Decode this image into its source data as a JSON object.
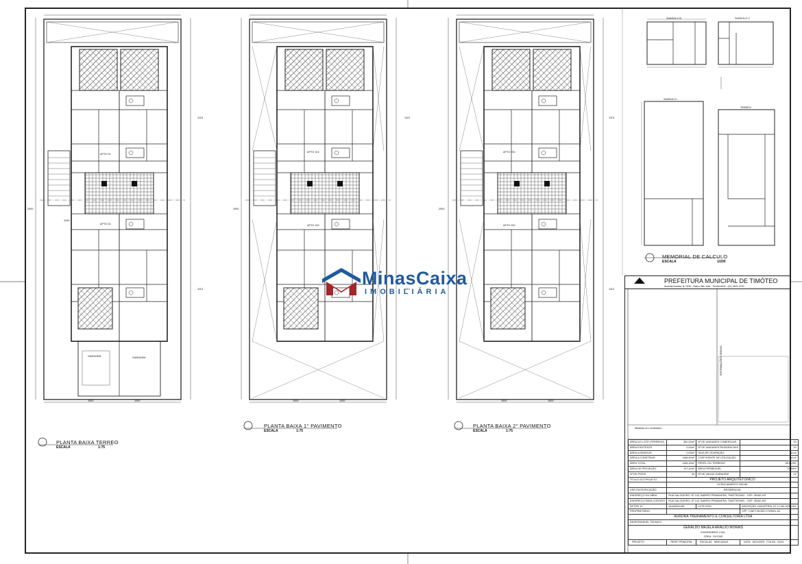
{
  "plans": [
    {
      "title": "PLANTA BAIXA TERREO",
      "escala": "ESCALA",
      "scale": "1:75"
    },
    {
      "title": "PLANTA BAIXA 1° PAVIMENTO",
      "escala": "ESCALA",
      "scale": "1:75"
    },
    {
      "title": "PLANTA BAIXA 2° PAVIMENTO",
      "escala": "ESCALA",
      "scale": "1:75"
    }
  ],
  "floor1": {
    "apto01": "APTO 01",
    "apto02": "APTO 02",
    "garagem1": "GARAGEM",
    "garagem2": "GARAGEM",
    "dims": [
      "1000",
      "1000",
      "1115",
      "1113",
      "2900",
      "1090"
    ]
  },
  "floor2": {
    "apto101": "APTO 101",
    "apto102": "APTO 102",
    "dims": [
      "1000",
      "1000",
      "1115",
      "1113",
      "2900"
    ]
  },
  "floor3": {
    "apto201": "APTO 201",
    "apto202": "APTO 202",
    "dims": [
      "1000",
      "1000",
      "1115",
      "1113",
      "2900"
    ]
  },
  "subsolos": {
    "sub_b": "SUBSOLO B",
    "sub_c": "SUBSOLO C",
    "sub_a": "SUBSOLO I",
    "terreo": "TERREO"
  },
  "memorial": {
    "title": "MEMORIAL DE CALCULO",
    "escala": "ESCALA",
    "scale": "1/200"
  },
  "watermark": {
    "brand": "MinasCaixa",
    "sub": "IMOBILIÁRIA"
  },
  "titleblock": {
    "prefeitura": "PREFEITURA MUNICIPAL DE TIMÓTEO",
    "endereco": "Avenida Acesita, Nº 3230 - Bairro São José - Timóteo/MG - (31) 3847-4700",
    "notas_label": "INFORMAÇÕES GERAIS",
    "medidas": "Medidas em centímetro",
    "quadro": [
      [
        "ÁREA DO LOTE (TERRENO)",
        "360,00m²",
        "Nº DE UNIDADES COMERCIAIS",
        "00"
      ],
      [
        "ÁREA EXISTENTE",
        "0,00m²",
        "Nº DE UNIDADES RESIDENCIAIS",
        "10"
      ],
      [
        "ÁREA A DEMOLIR",
        "0,00m²",
        "TAXA DE OCUPAÇÃO",
        "xx,xx"
      ],
      [
        "ÁREA A CONSTRUIR",
        "1166,40m²",
        "COEFICIENTE DE UTILIZAÇÃO",
        "xx,xx"
      ],
      [
        "ÁREA TOTAL",
        "1166,40m²",
        "PERFIL DO TERRENO",
        "DECLIVE"
      ],
      [
        "ÁREA DE PROJEÇÃO",
        "197,40m²",
        "ÁREA PERMEÁVEL",
        "72,00m²"
      ],
      [
        "Nº DE PISOS",
        "05",
        "Nº DE VAGAS GARAGEM",
        "12"
      ]
    ],
    "projeto_label": "TÍTULO DO PROJETO",
    "projeto": "PROJETO ARQUITETÔNICO",
    "licenca": "LICENCIAMENTO INICIAL",
    "uso_label": "USO DA EDIFICAÇÃO",
    "uso": "RESIDENCIAL",
    "end_obra_label": "ENDEREÇO DA OBRA",
    "end_obra": "RUA SALGUEIRO, Nº 143, BAIRRO PRIMAVERA, TIMÓTEO/MG - CEP: 35182-497",
    "end_contato_label": "ENDEREÇO PARA CONTATO",
    "end_contato": "RUA SALGUEIRO, Nº 143, BAIRRO PRIMAVERA, TIMÓTEO/MG - CEP: 35182-497",
    "setor_label": "SETOR",
    "setor": "10",
    "quadra_label": "QUADRA",
    "quadra": "061",
    "lote_label": "LOTE",
    "lote": "0290",
    "inscricao_label": "INSCRIÇÃO CADASTRAL",
    "inscricao": "01.17.061.0290.001",
    "proprietario_label": "PROPRIETÁRIO",
    "cpf_label": "CPF / CNPJ",
    "cpf": "26.353.173/0001-94",
    "proprietario": "AURORA TREINAMENTO E CONSULTORIA LTDA",
    "resp_label": "RESPONSÁVEL TÉCNICO",
    "resp_nome": "GERALDO MAJELA ARAUJO MORAIS",
    "resp_titulo": "ENGENHEIRO CIVIL",
    "resp_crea": "CREA - 51/1340",
    "rodape": [
      "PROJETO",
      "RESP. PRINCIPAL",
      "ESCALAS",
      "DATA",
      "FOLHA"
    ],
    "rodape_vals": [
      "",
      "",
      "INDICADAS",
      "NOV/2023",
      "01/01"
    ]
  }
}
